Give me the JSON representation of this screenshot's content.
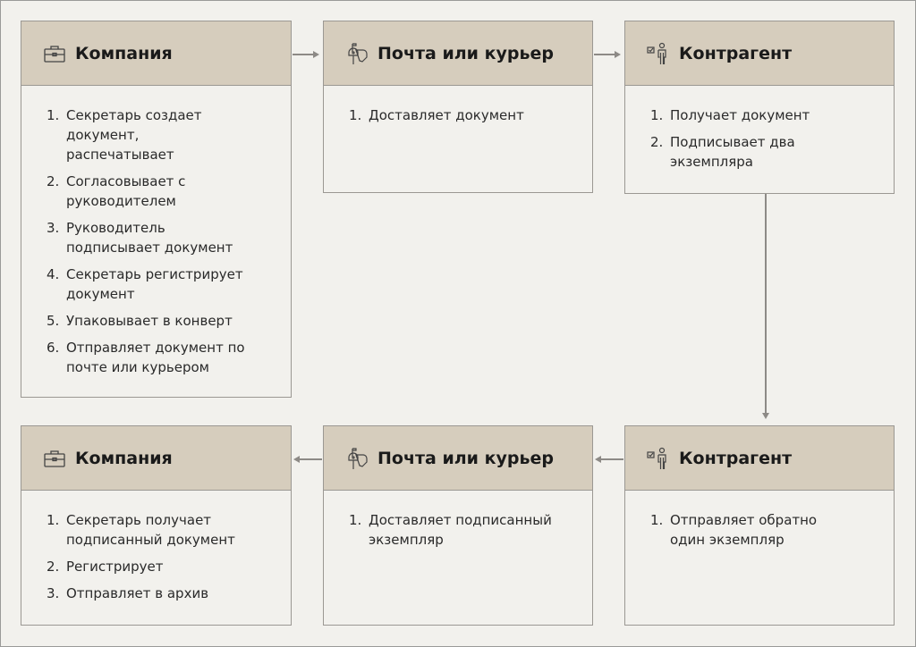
{
  "boxes": [
    {
      "title": "Компания",
      "icon": "briefcase-icon",
      "items": [
        "Секретарь создает документ, распечатывает",
        "Согласовывает с руководителем",
        "Руководитель подписывает документ",
        "Секретарь регистрирует документ",
        "Упаковывает в конверт",
        "Отправляет документ по почте или курьером"
      ]
    },
    {
      "title": "Почта или курьер",
      "icon": "mailbox-icon",
      "items": [
        "Доставляет документ"
      ]
    },
    {
      "title": "Контрагент",
      "icon": "person-check-icon",
      "items": [
        "Получает документ",
        "Подписывает два экземпляра"
      ]
    },
    {
      "title": "Контрагент",
      "icon": "person-check-icon",
      "items": [
        "Отправляет обратно один экземпляр"
      ]
    },
    {
      "title": "Почта или курьер",
      "icon": "mailbox-icon",
      "items": [
        "Доставляет подписанный экземпляр"
      ]
    },
    {
      "title": "Компания",
      "icon": "briefcase-icon",
      "items": [
        "Секретарь получает подписанный документ",
        "Регистрирует",
        "Отправляет в архив"
      ]
    }
  ],
  "colors": {
    "header": "#d6cdbd",
    "body": "#f2f1ed",
    "border": "#9b9893"
  }
}
